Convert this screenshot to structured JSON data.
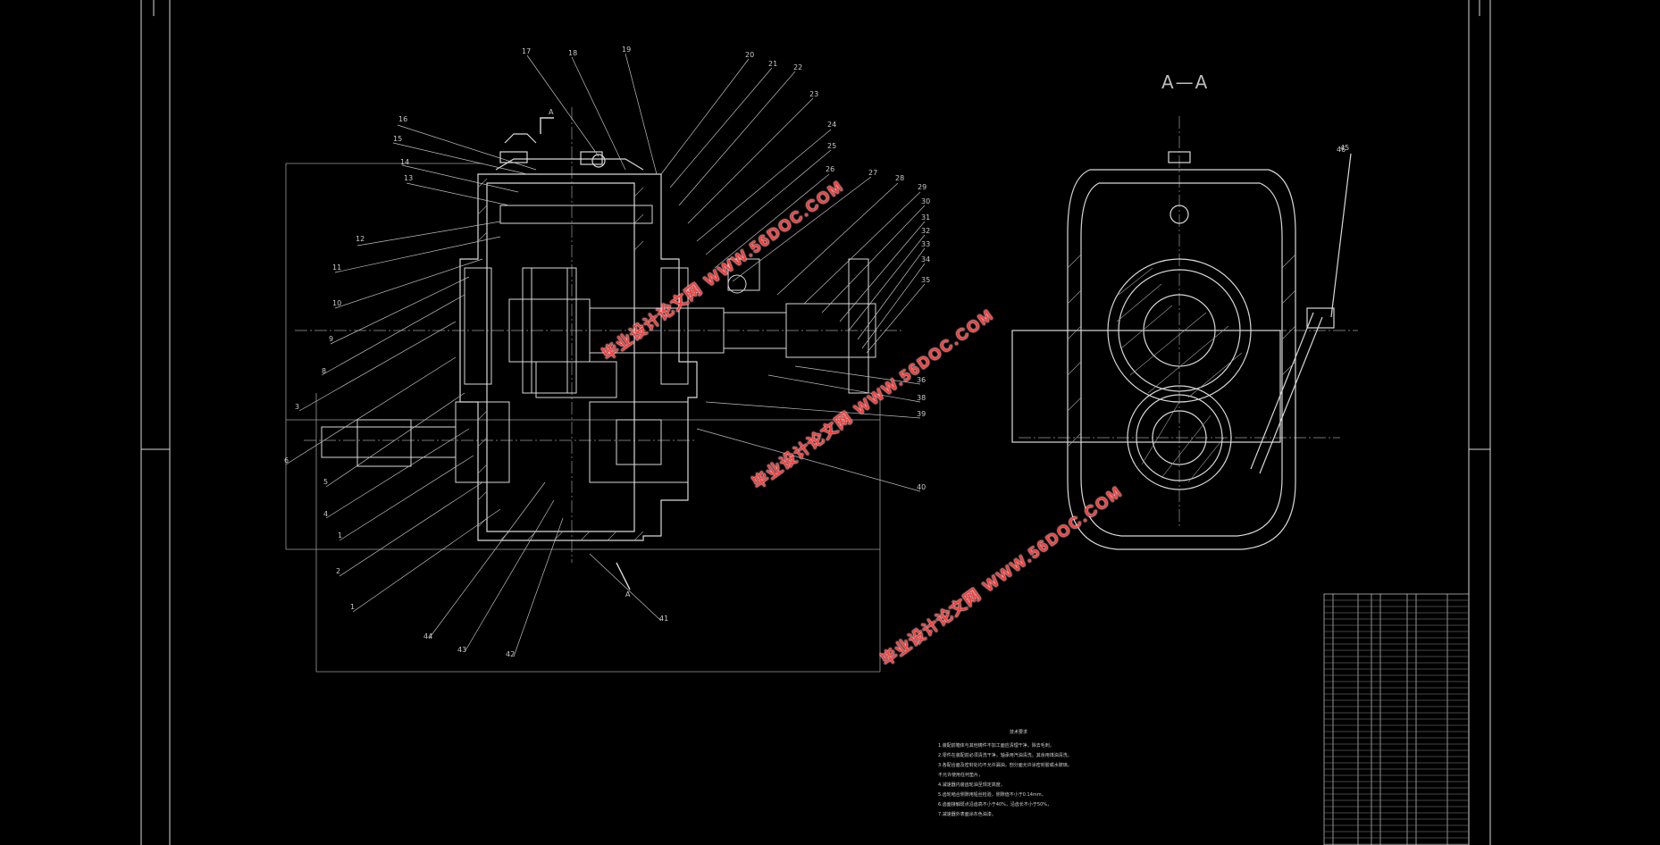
{
  "drawing": {
    "section_label": "A",
    "section_view_title": "A—A",
    "callouts_left": [
      "16",
      "15",
      "14",
      "13",
      "12",
      "11",
      "10",
      "9",
      "8",
      "3",
      "6",
      "5",
      "4",
      "1",
      "2",
      "1"
    ],
    "callouts_top": [
      "17",
      "18",
      "19",
      "20",
      "21",
      "22",
      "23",
      "24",
      "25",
      "26",
      "27",
      "28",
      "29",
      "30",
      "31",
      "32",
      "33",
      "34",
      "35",
      "36"
    ],
    "callouts_right": [
      "38",
      "39",
      "40",
      "41",
      "42",
      "43",
      "44",
      "45",
      "46"
    ],
    "notes_title": "技术要求",
    "notes": [
      "1.装配前箱体与其他铸件不加工面应清理干净，除去毛刺，",
      "2.零件在装配前必须清洗干净，轴承用汽油清洗，其余用煤油清洗，",
      "3.各配合面及密封处均不允许漏油，剖分面允许涂密封胶或水玻璃，",
      "  不允许使用任何垫片，",
      "4.减速器内装齿轮油至规定高度，",
      "5.齿轮啮合侧隙用铅丝检验，侧隙值不小于0.14mm，",
      "6.齿面接触斑点沿齿高不小于40%，沿齿长不小于50%，",
      "7.减速器外表面涂灰色油漆。"
    ]
  },
  "watermarks": [
    {
      "cn": "毕业设计论文网",
      "url": "WWW.56DOC.COM"
    },
    {
      "cn": "毕业设计论文网",
      "url": "WWW.56DOC.COM"
    },
    {
      "cn": "毕业设计论文网",
      "url": "WWW.56DOC.COM"
    }
  ],
  "colors": {
    "line": "#d8d8d8",
    "dim": "#9a9a9a",
    "watermark": "#ff3b3b",
    "background": "#000000"
  }
}
